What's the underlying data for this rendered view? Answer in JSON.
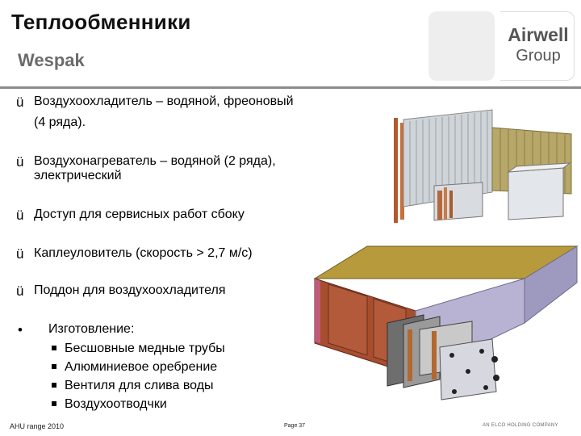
{
  "header": {
    "title": "Теплообменники",
    "subtitle": "Wespak"
  },
  "logo": {
    "line1": "Airwell",
    "line2": "Group"
  },
  "bullets": [
    {
      "marker": "ü",
      "lines": [
        "Воздухоохладитель – водяной, фреоновый",
        "(4 ряда)."
      ]
    },
    {
      "marker": "ü",
      "lines": [
        "Воздухонагреватель – водяной (2 ряда),",
        "электрический"
      ]
    },
    {
      "marker": "ü",
      "lines": [
        "Доступ для сервисных работ сбоку"
      ]
    },
    {
      "marker": "ü",
      "lines": [
        "Каплеуловитель (скорость > 2,7 м/с)"
      ]
    },
    {
      "marker": "ü",
      "lines": [
        "Поддон для воздухоохладителя"
      ]
    },
    {
      "marker": "•",
      "lines": [
        "Изготовление:"
      ]
    }
  ],
  "sub_bullets": [
    "Бесшовные медные трубы",
    "Алюминиевое оребрение",
    "Вентиля для слива воды",
    "Воздухоотводчки"
  ],
  "images": {
    "coils": "heat-exchanger-coils-photo",
    "unit": "air-handling-unit-cutaway"
  },
  "footer": {
    "left": "AHU range 2010",
    "middle": "Page 37",
    "right": "AN ELCO HOLDING COMPANY"
  }
}
